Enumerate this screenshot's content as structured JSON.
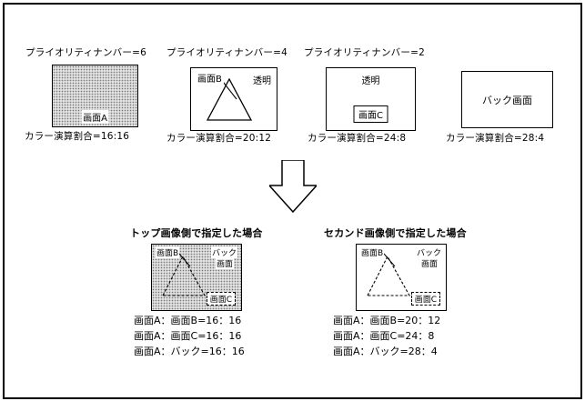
{
  "figure": {
    "background": "#ffffff",
    "ink": "#000000",
    "shade_fill": "#e0e0e0"
  },
  "panels": [
    {
      "priority_label": "プライオリティナンバー=6",
      "screen_label": "画面A",
      "ratio_label": "カラー演算割合=16:16"
    },
    {
      "priority_label": "プライオリティナンバー=4",
      "screen_label": "画面B",
      "transparent_label": "透明",
      "ratio_label": "カラー演算割合=20:12"
    },
    {
      "priority_label": "プライオリティナンバー=2",
      "screen_label": "画面C",
      "transparent_label": "透明",
      "ratio_label": "カラー演算割合=24:8"
    },
    {
      "screen_label": "バック画面",
      "ratio_label": "カラー演算割合=28:4"
    }
  ],
  "composites": [
    {
      "title": "トップ画像側で指定した場合",
      "labels": {
        "screen_b": "画面B",
        "back_line1": "バック",
        "back_line2": "画面",
        "screen_c": "画面C"
      },
      "ratios": [
        "画面A：画面B=16：16",
        "画面A：画面C=16：16",
        "画面A：バック=16：16"
      ]
    },
    {
      "title": "セカンド画像側で指定した場合",
      "labels": {
        "screen_b": "画面B",
        "back_line1": "バック",
        "back_line2": "画面",
        "screen_c": "画面C"
      },
      "ratios": [
        "画面A：画面B=20：12",
        "画面A：画面C=24：8",
        "画面A：バック=28：4"
      ]
    }
  ]
}
